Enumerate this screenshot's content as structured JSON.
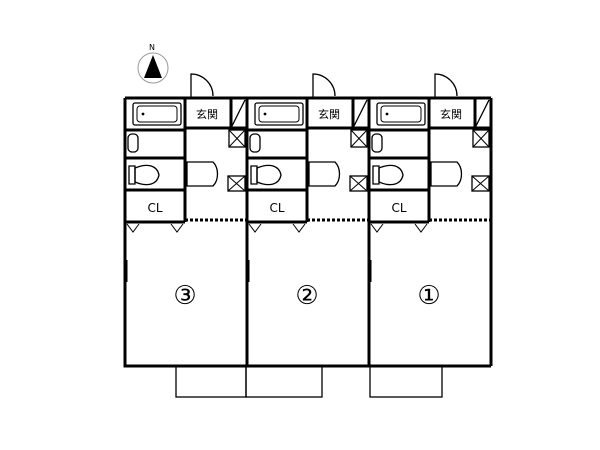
{
  "compass": {
    "label": "N",
    "icon": "north-arrow-icon"
  },
  "units": [
    {
      "id": "unit-3",
      "number": "③",
      "entrance": "玄関",
      "closet": "CL"
    },
    {
      "id": "unit-2",
      "number": "②",
      "entrance": "玄関",
      "closet": "CL"
    },
    {
      "id": "unit-1",
      "number": "①",
      "entrance": "玄関",
      "closet": "CL"
    }
  ]
}
